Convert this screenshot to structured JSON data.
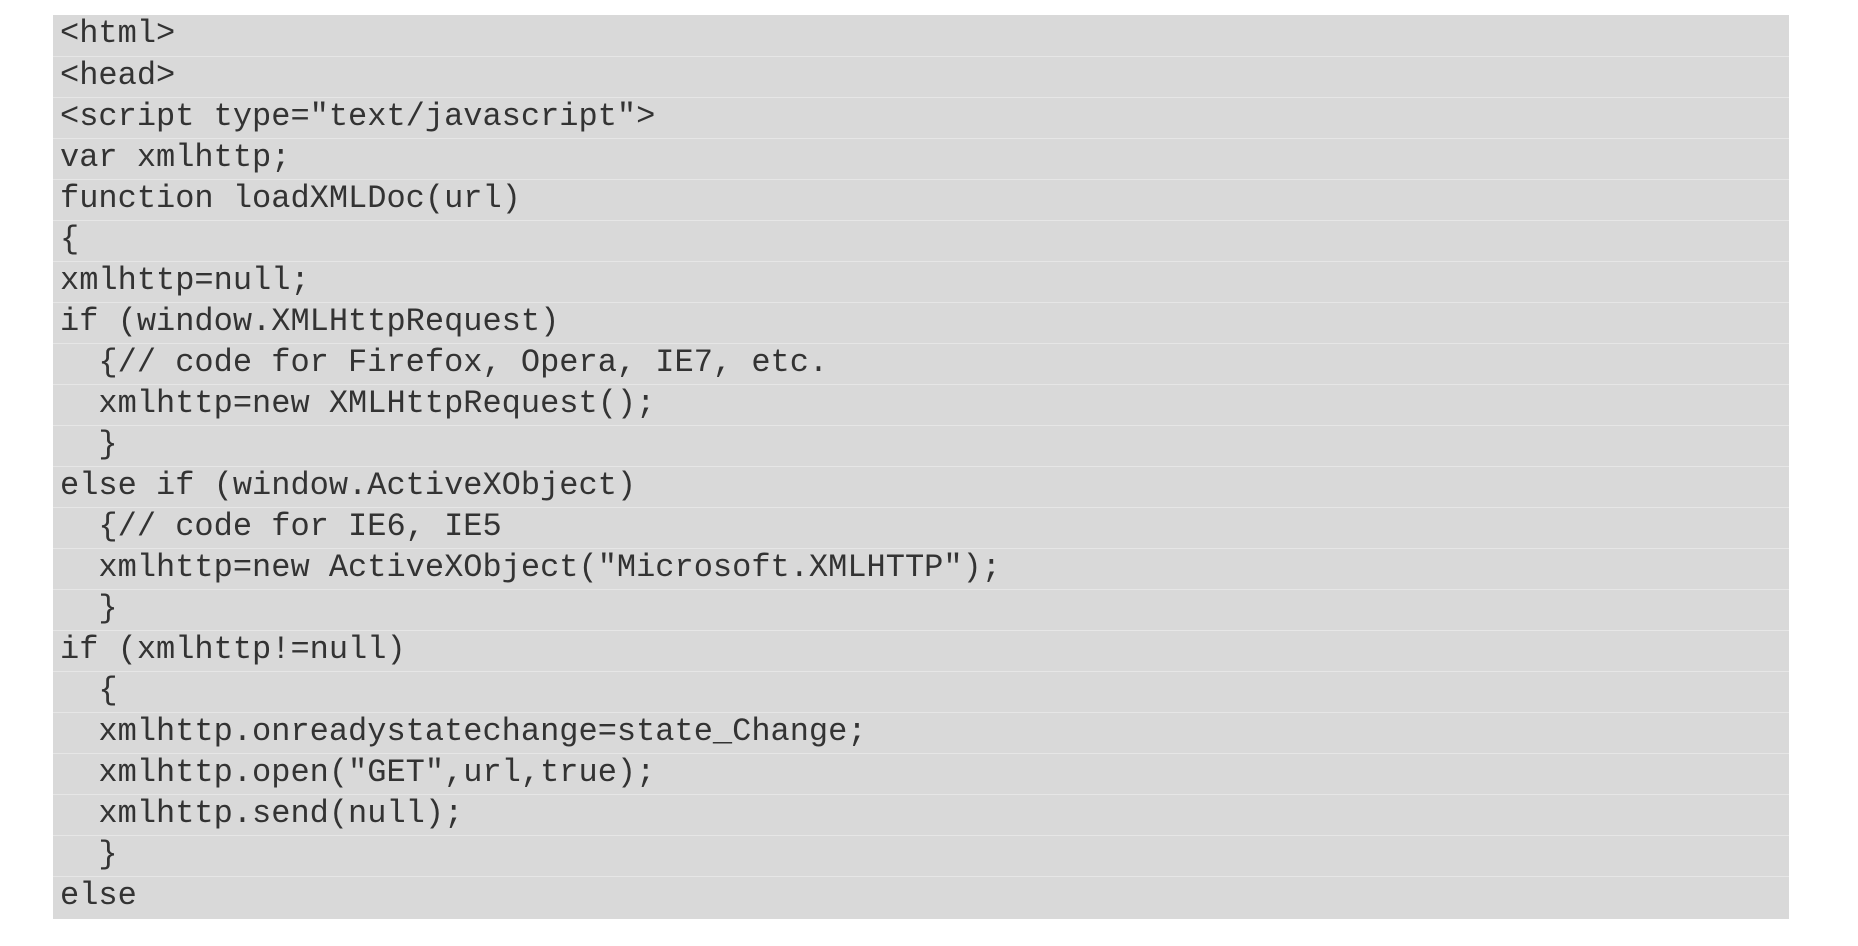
{
  "code": {
    "lines": [
      "<html>",
      "<head>",
      "<script type=\"text/javascript\">",
      "var xmlhttp;",
      "function loadXMLDoc(url)",
      "{",
      "xmlhttp=null;",
      "if (window.XMLHttpRequest)",
      "  {// code for Firefox, Opera, IE7, etc.",
      "  xmlhttp=new XMLHttpRequest();",
      "  }",
      "else if (window.ActiveXObject)",
      "  {// code for IE6, IE5",
      "  xmlhttp=new ActiveXObject(\"Microsoft.XMLHTTP\");",
      "  }",
      "if (xmlhttp!=null)",
      "  {",
      "  xmlhttp.onreadystatechange=state_Change;",
      "  xmlhttp.open(\"GET\",url,true);",
      "  xmlhttp.send(null);",
      "  }",
      "else"
    ]
  }
}
